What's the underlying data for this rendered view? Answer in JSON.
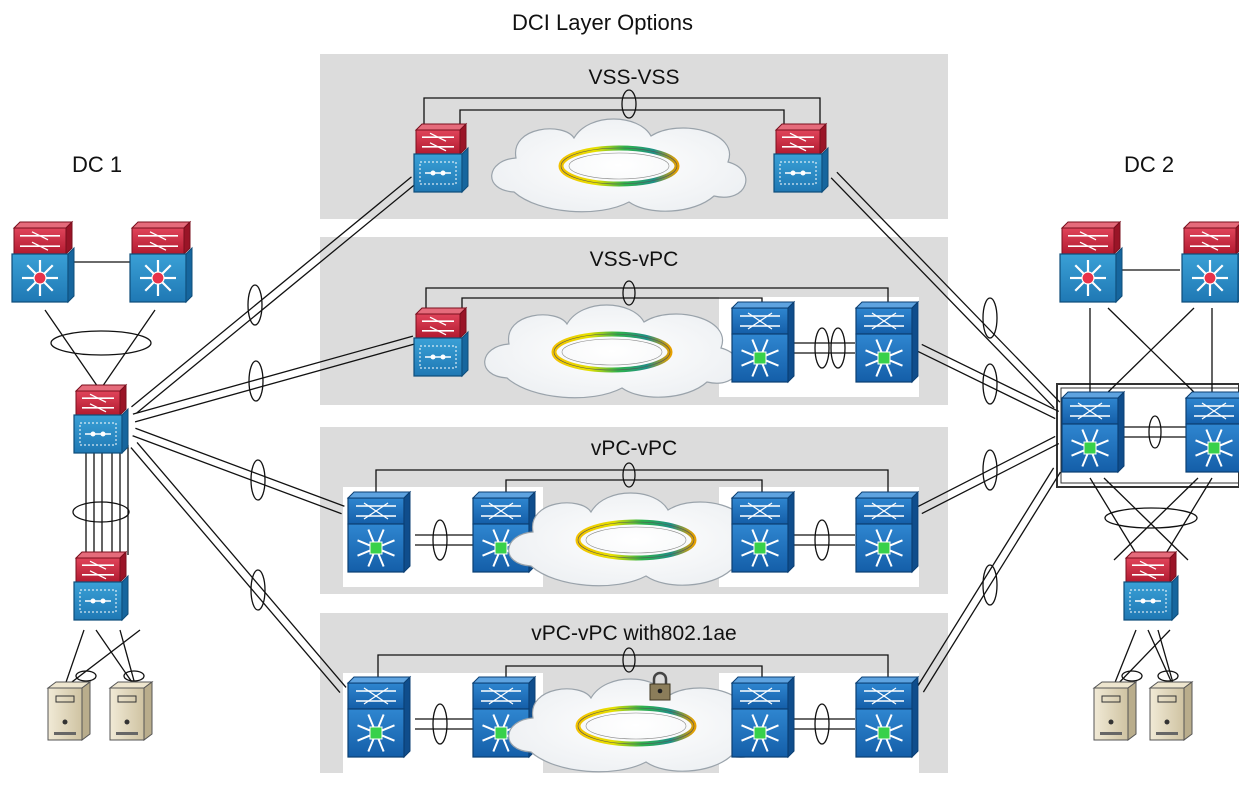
{
  "title": "DCI Layer Options",
  "dc1_label": "DC 1",
  "dc2_label": "DC 2",
  "panels": [
    {
      "title": "VSS-VSS"
    },
    {
      "title": "VSS-vPC"
    },
    {
      "title": "vPC-vPC"
    },
    {
      "title": "vPC-vPC with802.1ae"
    }
  ],
  "icons": {
    "catalyst_switch": "catalyst-switch-icon",
    "nexus_switch": "nexus-switch-icon",
    "vss_switch": "vss-switch-icon",
    "server": "server-icon",
    "cloud": "cloud-icon",
    "lock": "lock-icon"
  },
  "colors": {
    "panel_bg": "#dcdcdc",
    "catalyst_red": "#c8233a",
    "switch_blue": "#1a6fbf",
    "vss_blue": "#2a8cc4"
  }
}
